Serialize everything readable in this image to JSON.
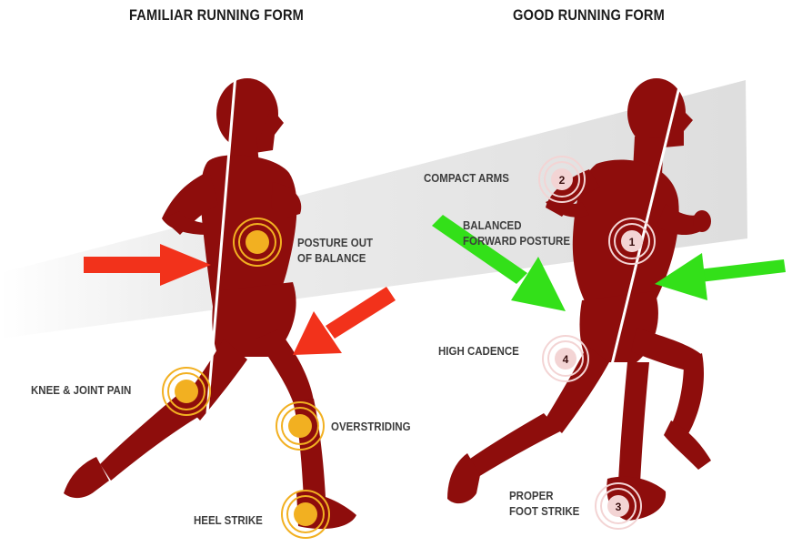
{
  "titles": {
    "left": "FAMILIAR RUNNING FORM",
    "right": "GOOD RUNNING FORM"
  },
  "left_labels": {
    "posture_line1": "POSTURE OUT",
    "posture_line2": "OF BALANCE",
    "knee": "KNEE & JOINT PAIN",
    "overstriding": "OVERSTRIDING",
    "heel": "HEEL STRIKE"
  },
  "right_labels": {
    "compact_arms": "COMPACT ARMS",
    "balanced_line1": "BALANCED",
    "balanced_line2": "FORWARD POSTURE",
    "high_cadence": "HIGH CADENCE",
    "proper_line1": "PROPER",
    "proper_line2": "FOOT STRIKE"
  },
  "markers": {
    "one": "1",
    "two": "2",
    "three": "3",
    "four": "4"
  },
  "colors": {
    "runner": "#8e0d0c",
    "warning_marker": "#f2b021",
    "good_marker": "#f3d4d4",
    "bad_arrow": "#f2321b",
    "good_arrow": "#33e019"
  }
}
